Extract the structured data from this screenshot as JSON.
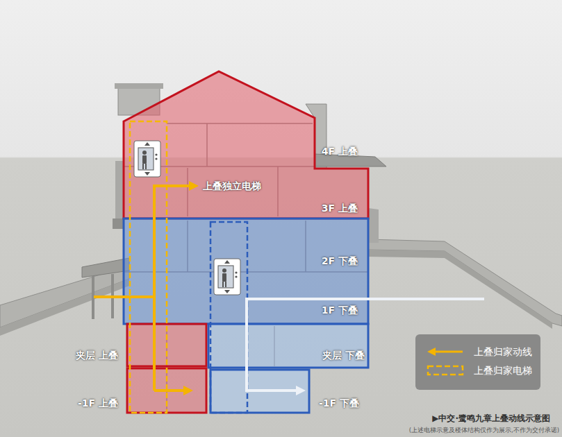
{
  "diagram": {
    "caption": "▶中交·鹭鸣九章上叠动线示意图",
    "nodes": [
      {
        "text": [
          "4F 上叠",
          "3F 上叠"
        ]
      },
      {
        "text": [
          "2F 下叠",
          "1F 下叠"
        ]
      },
      {
        "text": [
          "夹层 上叠"
        ]
      },
      {
        "text": [
          "夹层 下叠"
        ]
      },
      {
        "text": [
          "-1F 上叠"
        ]
      },
      {
        "text": [
          "-1F 下叠"
        ]
      }
    ],
    "labels": [
      "上叠独立电梯",
      "(上述电梯示意及楼体结构仅作为展示,不作为交付承诺)"
    ],
    "legend": [
      {
        "text": "上叠归家动线"
      },
      {
        "text": "上叠归家电梯"
      }
    ]
  }
}
